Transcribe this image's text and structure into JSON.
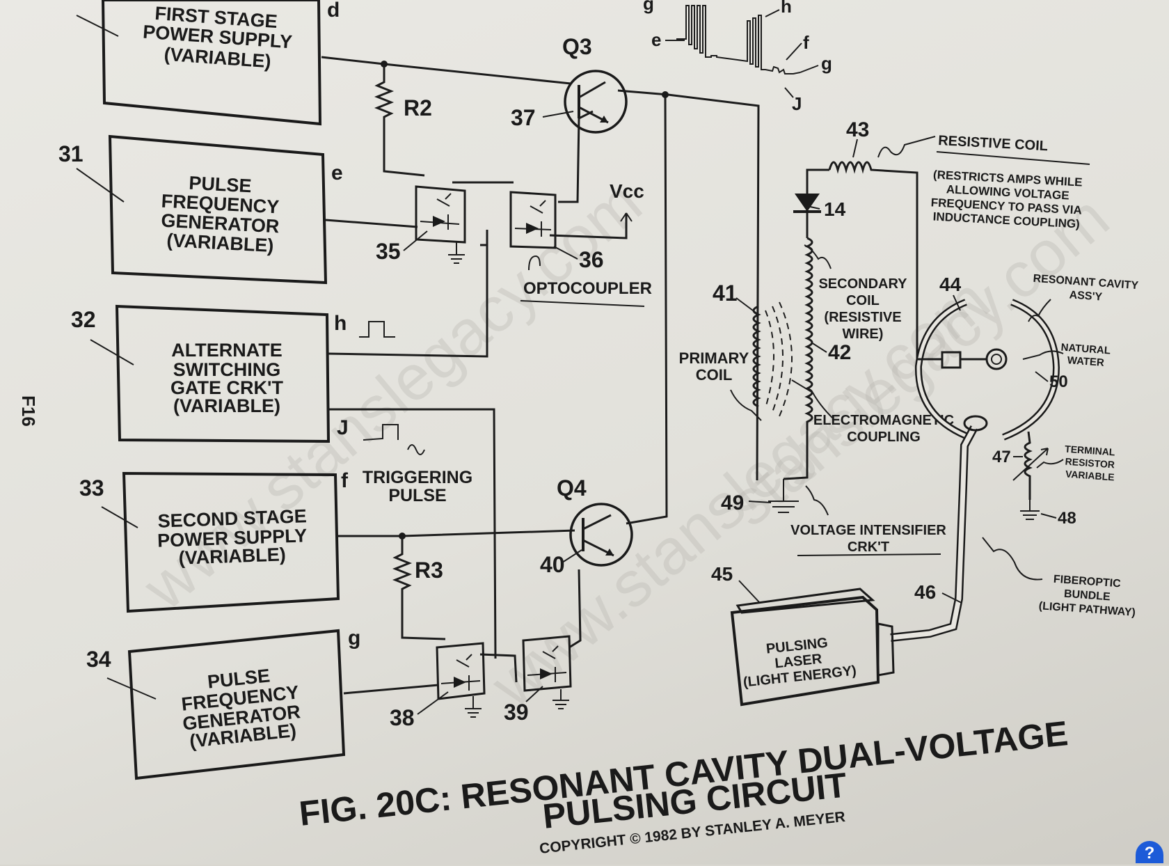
{
  "blocks": {
    "b30": {
      "num": "",
      "lines": [
        "FIRST STAGE",
        "POWER SUPPLY",
        "(VARIABLE)"
      ]
    },
    "b31": {
      "num": "31",
      "lines": [
        "PULSE",
        "FREQUENCY",
        "GENERATOR",
        "(VARIABLE)"
      ]
    },
    "b32": {
      "num": "32",
      "lines": [
        "ALTERNATE",
        "SWITCHING",
        "GATE CRK'T",
        "(VARIABLE)"
      ]
    },
    "b33": {
      "num": "33",
      "lines": [
        "SECOND STAGE",
        "POWER SUPPLY",
        "(VARIABLE)"
      ]
    },
    "b34": {
      "num": "34",
      "lines": [
        "PULSE",
        "FREQUENCY",
        "GENERATOR",
        "(VARIABLE)"
      ]
    }
  },
  "signals": {
    "d": "d",
    "e": "e",
    "h": "h",
    "j": "J",
    "f": "f",
    "g": "g",
    "wf_e": "e",
    "wf_h": "h",
    "wf_f": "f",
    "wf_g": "g",
    "wf_j": "J"
  },
  "components": {
    "q3": "Q3",
    "q4": "Q4",
    "r2": "R2",
    "r3": "R3",
    "n35": "35",
    "n36": "36",
    "n37": "37",
    "n38": "38",
    "n39": "39",
    "n40": "40",
    "vcc": "Vcc",
    "optocoupler": "OPTOCOUPLER",
    "triggering": [
      "TRIGGERING",
      "PULSE"
    ],
    "n41": "41",
    "n42": "42",
    "n43": "43",
    "n14": "14",
    "n49": "49",
    "n44": "44",
    "n45": "45",
    "n46": "46",
    "n47": "47",
    "n48": "48",
    "n50": "50",
    "primary_coil": [
      "PRIMARY",
      "COIL"
    ],
    "secondary_coil": [
      "SECONDARY",
      "COIL",
      "(RESISTIVE",
      "WIRE)"
    ],
    "em_coupling": [
      "ELECTROMAGNETIC",
      "COUPLING"
    ],
    "voltage_intensifier": [
      "VOLTAGE INTENSIFIER",
      "CRK'T"
    ],
    "resistive_coil": "RESISTIVE COIL",
    "resistive_note": [
      "(RESTRICTS AMPS WHILE",
      "ALLOWING VOLTAGE",
      "FREQUENCY TO PASS VIA",
      "INDUCTANCE COUPLING)"
    ],
    "resonant_cavity": [
      "RESONANT CAVITY",
      "ASS'Y"
    ],
    "natural_water": [
      "NATURAL",
      "WATER"
    ],
    "terminal_resistor": [
      "TERMINAL",
      "RESISTOR",
      "VARIABLE"
    ],
    "fiberoptic": [
      "FIBEROPTIC",
      "BUNDLE",
      "(LIGHT PATHWAY)"
    ],
    "laser": [
      "PULSING",
      "LASER",
      "(LIGHT ENERGY)"
    ]
  },
  "figure": {
    "title1": "FIG. 20C: RESONANT CAVITY DUAL-VOLTAGE",
    "title2": "PULSING CIRCUIT",
    "copyright": "COPYRIGHT © 1982 BY STANLEY A. MEYER",
    "margin_label": "F16"
  },
  "watermark": [
    "www.stanslegacy.com",
    "www.stanslegacy.com",
    "stanslegacy.com"
  ],
  "help_label": "?"
}
